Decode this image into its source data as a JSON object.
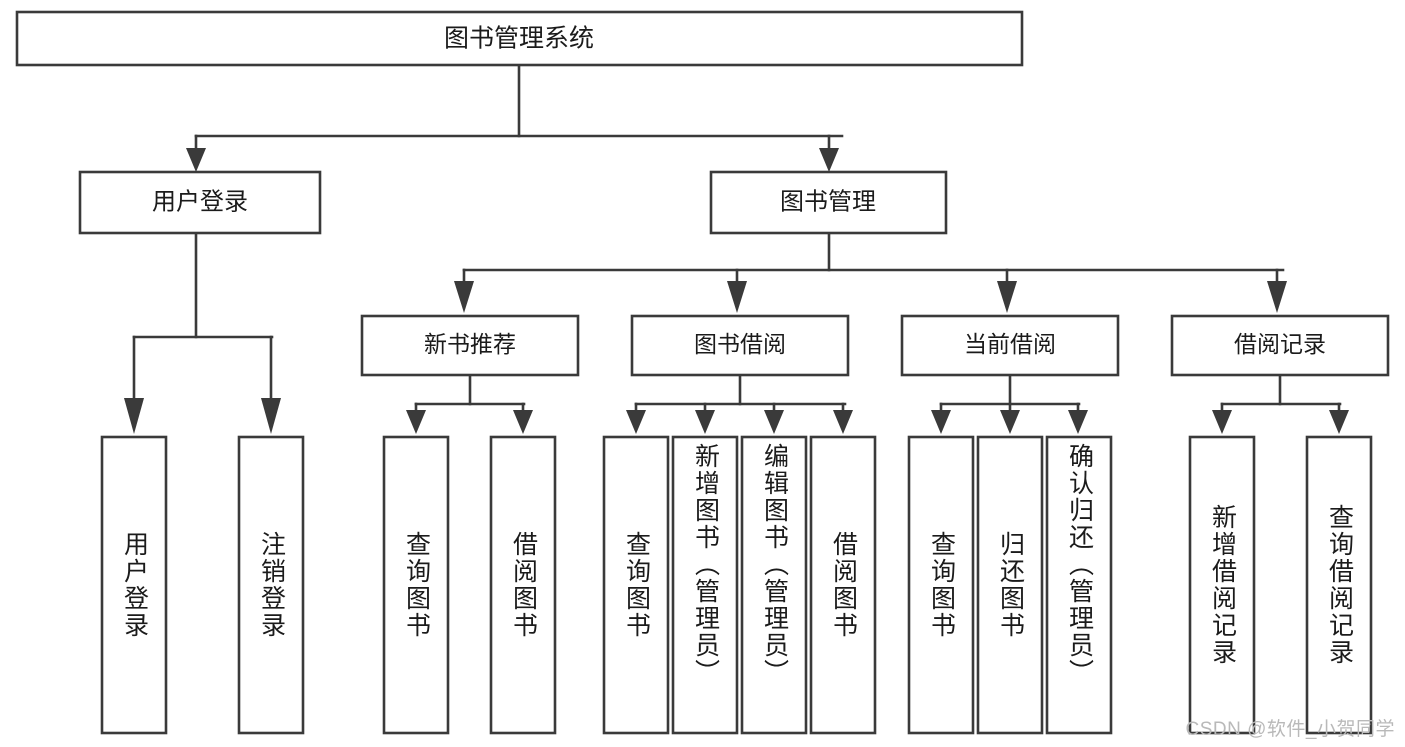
{
  "diagram": {
    "type": "tree-hierarchy",
    "title": "图书管理系统",
    "orientation": "top-down",
    "colors": {
      "background": "#ffffff",
      "node_fill": "#ffffff",
      "node_stroke": "#3a3a3a",
      "text": "#1b1b1b",
      "watermark": "#b9b9b9"
    },
    "root": {
      "label": "图书管理系统",
      "level": 1
    },
    "level2": [
      {
        "label": "用户登录"
      },
      {
        "label": "图书管理"
      }
    ],
    "level3": [
      {
        "label": "新书推荐"
      },
      {
        "label": "图书借阅"
      },
      {
        "label": "当前借阅"
      },
      {
        "label": "借阅记录"
      }
    ],
    "leaves": {
      "user_login": [
        {
          "label": "用户登录"
        },
        {
          "label": "注销登录"
        }
      ],
      "new_book_recommend": [
        {
          "label": "查询图书"
        },
        {
          "label": "借阅图书"
        }
      ],
      "book_borrow": [
        {
          "label": "查询图书"
        },
        {
          "label": "新增图书（管理员）"
        },
        {
          "label": "编辑图书（管理员）"
        },
        {
          "label": "借阅图书"
        }
      ],
      "current_borrow": [
        {
          "label": "查询图书"
        },
        {
          "label": "归还图书"
        },
        {
          "label": "确认归还（管理员）"
        }
      ],
      "borrow_record": [
        {
          "label": "新增借阅记录"
        },
        {
          "label": "查询借阅记录"
        }
      ]
    }
  },
  "watermark": {
    "text": "CSDN @软件_小贺同学"
  }
}
